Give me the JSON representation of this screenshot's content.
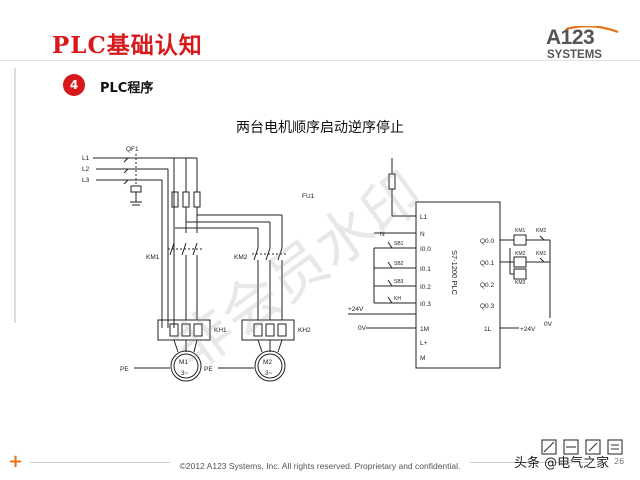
{
  "header": {
    "title": "PLC基础认知",
    "logo_line1": "A123",
    "logo_line2": "SYSTEMS"
  },
  "section": {
    "number": "4",
    "label": "PLC程序"
  },
  "diagram": {
    "title": "两台电机顺序启动逆序停止",
    "labels": {
      "l1": "L1",
      "l2": "L2",
      "l3": "L3",
      "qf1": "QF1",
      "fu1": "FU1",
      "km1": "KM1",
      "km2": "KM2",
      "kh1": "KH1",
      "kh2": "KH2",
      "pe": "PE",
      "m1": "M1",
      "m2": "M2",
      "phase": "3~",
      "plc_l1": "L1",
      "plc_n": "N",
      "n": "N",
      "i00": "I0.0",
      "i01": "I0.1",
      "i02": "I0.2",
      "i03": "I0.3",
      "m1_term": "1M",
      "lplus": "L+",
      "m_term": "M",
      "q00": "Q0.0",
      "q01": "Q0.1",
      "q02": "Q0.2",
      "q03": "Q0.3",
      "l1_out": "1L",
      "plc_model": "S7-1200 PLC",
      "sb1": "SB1",
      "sb2": "SB2",
      "sb3": "SB3",
      "kh": "KH",
      "plus24v_left": "+24V",
      "zero_v_left": "0V",
      "plus24v_right": "+24V",
      "zero_v_right": "0V",
      "coil_km1": "KM1",
      "coil_km2": "KM2",
      "coil_km3": "KM3",
      "contact_km2": "KM2",
      "contact_km1": "KM1"
    }
  },
  "watermark": "非会员水印",
  "footer": {
    "copyright": "©2012 A123 Systems, Inc. All rights reserved. Proprietary and confidential.",
    "credit": "头条 @电气之家",
    "page": "26"
  },
  "colors": {
    "accent": "#d7191c",
    "orange": "#e8731a",
    "line": "#222222"
  }
}
